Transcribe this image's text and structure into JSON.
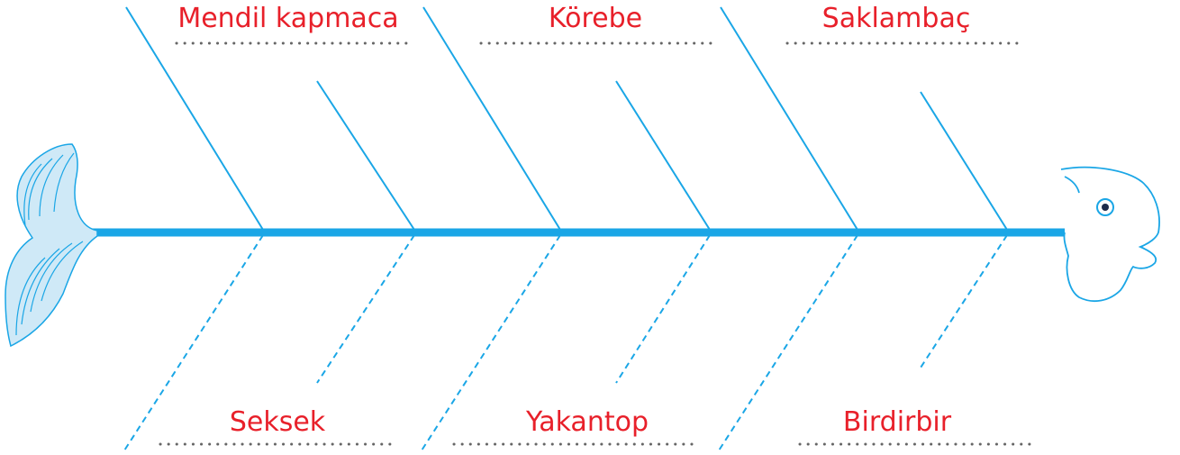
{
  "diagram": {
    "type": "fishbone",
    "top_labels": [
      "Mendil kapmaca",
      "Körebe",
      "Saklambaç"
    ],
    "bottom_labels": [
      "Seksek",
      "Yakantop",
      "Birdirbir"
    ]
  },
  "colors": {
    "line": "#1aa6e6",
    "label": "#e8202a",
    "dots": "#666666",
    "tail_fill": "#cfe9f7"
  }
}
